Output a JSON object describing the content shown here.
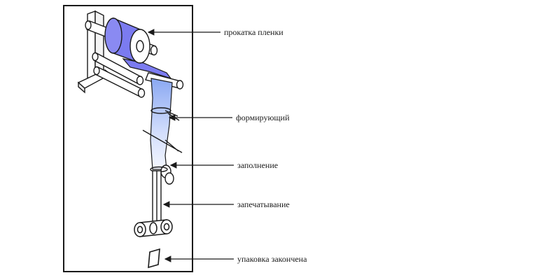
{
  "labels": {
    "film_unwind": "прокатка пленки",
    "forming": "формирующий",
    "filling": "заполнение",
    "sealing": "запечатывание",
    "packed": "упаковка закончена"
  },
  "colors": {
    "film": "#7b7bf0",
    "film_light": "#c9d4fb",
    "outline": "#1a1a1a"
  }
}
